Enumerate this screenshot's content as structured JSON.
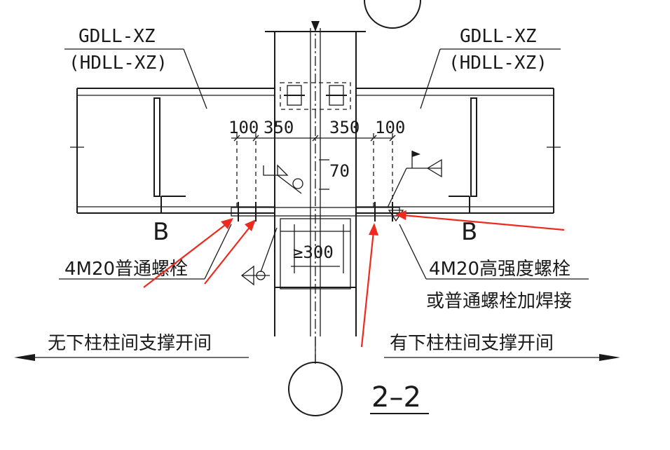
{
  "beam_labels": {
    "left_top": "GDLL-XZ",
    "left_bottom": "(HDLL-XZ)",
    "right_top": "GDLL-XZ",
    "right_bottom": "(HDLL-XZ)"
  },
  "dimensions": {
    "d1": "100",
    "d2": "350",
    "d3": "350",
    "d4": "100",
    "d5": "70",
    "d6": "≥300"
  },
  "section_marks": {
    "left": "B",
    "right": "B"
  },
  "bolt_notes": {
    "left": "4M20普通螺栓",
    "right_line1": "4M20高强度螺栓",
    "right_line2": "或普通螺栓加焊接"
  },
  "bays": {
    "left": "无下柱柱间支撑开间",
    "right": "有下柱柱间支撑开间"
  },
  "section_title": "2–2",
  "colors": {
    "ink": "#1a1a1a",
    "annotation_arrow": "#ee2a1f"
  }
}
